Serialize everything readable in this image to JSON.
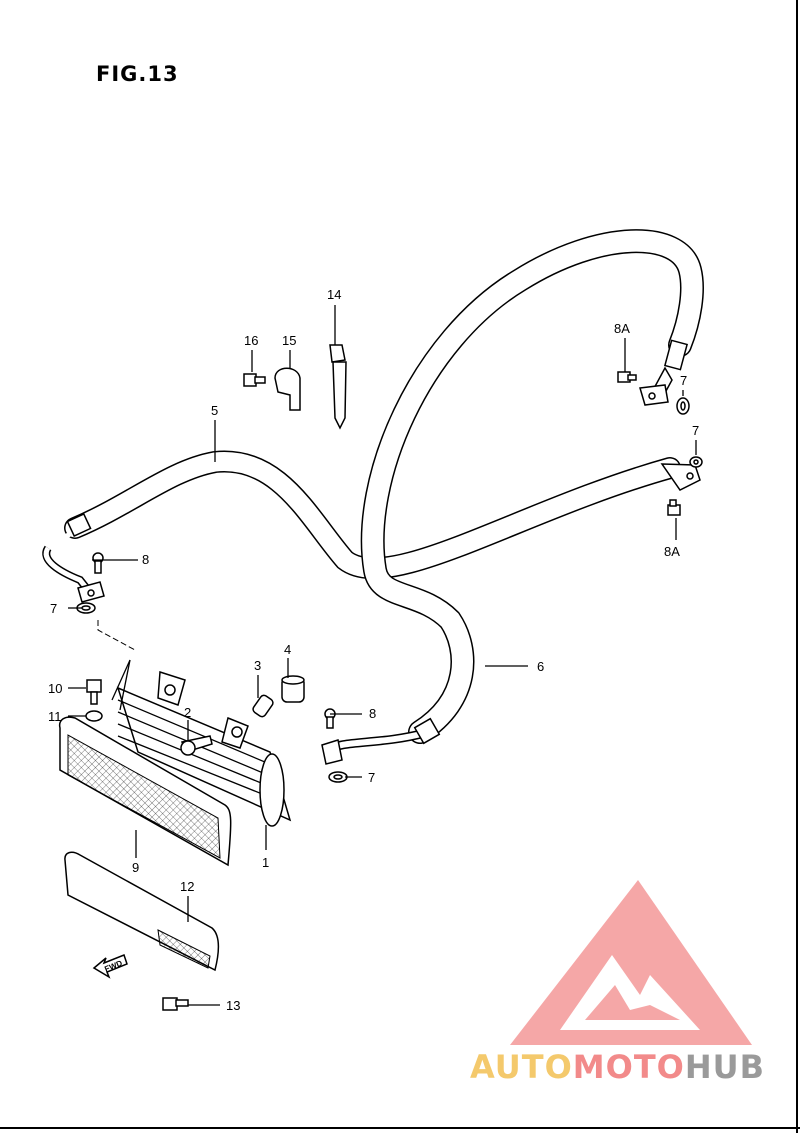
{
  "figure": {
    "title": "FIG.13"
  },
  "callouts": [
    {
      "id": "c1",
      "label": "1"
    },
    {
      "id": "c2",
      "label": "2"
    },
    {
      "id": "c3",
      "label": "3"
    },
    {
      "id": "c4",
      "label": "4"
    },
    {
      "id": "c5",
      "label": "5"
    },
    {
      "id": "c6",
      "label": "6"
    },
    {
      "id": "c7a",
      "label": "7"
    },
    {
      "id": "c7b",
      "label": "7"
    },
    {
      "id": "c7c",
      "label": "7"
    },
    {
      "id": "c7d",
      "label": "7"
    },
    {
      "id": "c8a",
      "label": "8"
    },
    {
      "id": "c8b",
      "label": "8"
    },
    {
      "id": "c8Aa",
      "label": "8A"
    },
    {
      "id": "c8Ab",
      "label": "8A"
    },
    {
      "id": "c9",
      "label": "9"
    },
    {
      "id": "c10",
      "label": "10"
    },
    {
      "id": "c11",
      "label": "11"
    },
    {
      "id": "c12",
      "label": "12"
    },
    {
      "id": "c13",
      "label": "13"
    },
    {
      "id": "c14",
      "label": "14"
    },
    {
      "id": "c15",
      "label": "15"
    },
    {
      "id": "c16",
      "label": "16"
    }
  ],
  "fwd_arrow": {
    "label": "FWD"
  },
  "watermark": {
    "part1": "AUTO",
    "part2": "MOTO",
    "part3": "HUB",
    "colors": [
      "#f4c96c",
      "#f28a8a",
      "#9a9a9a"
    ]
  }
}
